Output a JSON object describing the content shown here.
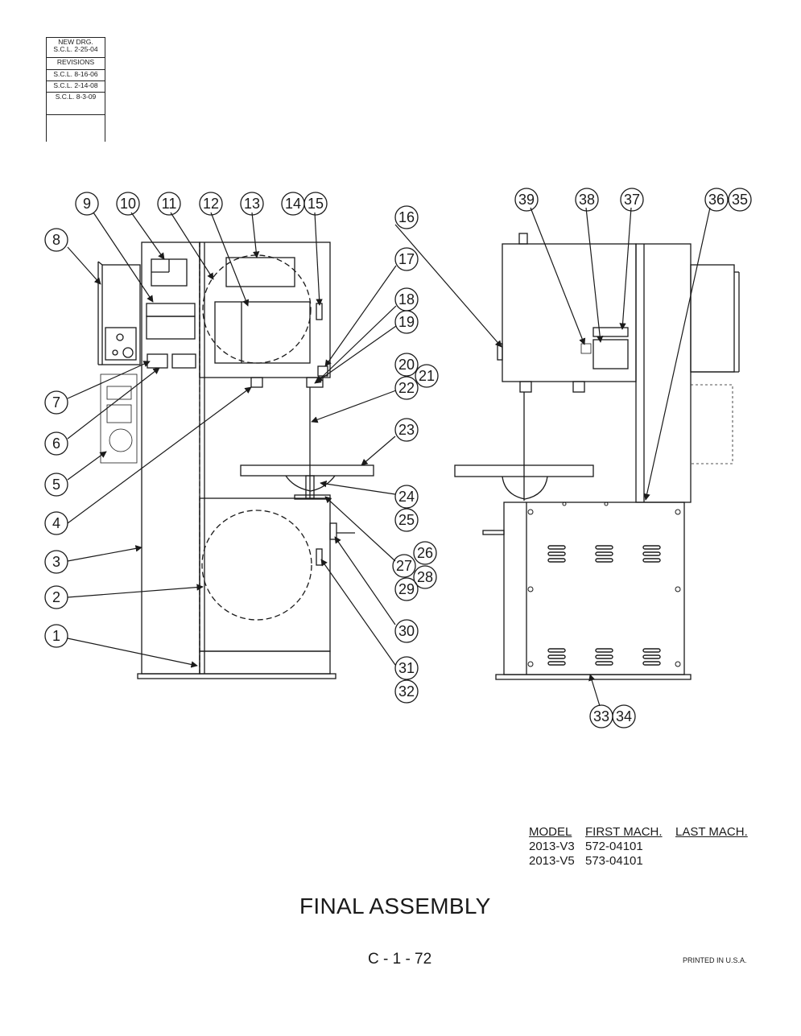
{
  "revision_block": {
    "new_drawing": "NEW DRG.",
    "new_drawing_date": "S.C.L. 2-25-04",
    "revisions_header": "REVISIONS",
    "revisions": [
      "S.C.L. 8-16-06",
      "S.C.L. 2-14-08",
      "S.C.L. 8-3-09"
    ]
  },
  "callouts": [
    "1",
    "2",
    "3",
    "4",
    "5",
    "6",
    "7",
    "8",
    "9",
    "10",
    "11",
    "12",
    "13",
    "14",
    "15",
    "16",
    "17",
    "18",
    "19",
    "20",
    "21",
    "22",
    "23",
    "24",
    "25",
    "26",
    "27",
    "28",
    "29",
    "30",
    "31",
    "32",
    "33",
    "34",
    "35",
    "36",
    "37",
    "38",
    "39"
  ],
  "model_table": {
    "headers": [
      "MODEL",
      "FIRST MACH.",
      "LAST MACH."
    ],
    "rows": [
      [
        "2013-V3",
        "572-04101",
        ""
      ],
      [
        "2013-V5",
        "573-04101",
        ""
      ]
    ]
  },
  "title": "FINAL ASSEMBLY",
  "page_number": "C - 1 - 72",
  "printed": "PRINTED IN U.S.A."
}
